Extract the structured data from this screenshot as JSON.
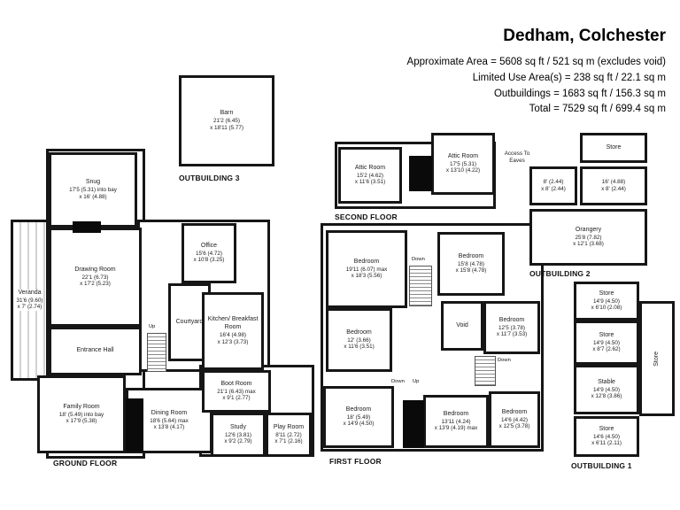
{
  "header": {
    "title": "Dedham, Colchester",
    "area_lines": [
      "Approximate Area = 5608 sq ft / 521 sq m (excludes void)",
      "Limited Use Area(s) = 238 sq ft / 22.1 sq m",
      "Outbuildings = 1683 sq ft / 156.3 sq m",
      "Total = 7529 sq ft / 699.4 sq m"
    ]
  },
  "labels": {
    "ground": "GROUND FLOOR",
    "first": "FIRST FLOOR",
    "second": "SECOND FLOOR",
    "ob1": "OUTBUILDING 1",
    "ob2": "OUTBUILDING 2",
    "ob3": "OUTBUILDING 3"
  },
  "nav": {
    "up": "Up",
    "down": "Down"
  },
  "rooms": {
    "barn": {
      "name": "Barn",
      "d1": "21'2 (6.45)",
      "d2": "x 18'11 (5.77)"
    },
    "snug": {
      "name": "Snug",
      "d1": "17'5 (5.31) into bay",
      "d2": "x 16' (4.88)"
    },
    "drawing": {
      "name": "Drawing Room",
      "d1": "22'1 (6.73)",
      "d2": "x 17'2 (5.23)"
    },
    "veranda": {
      "name": "Veranda",
      "d1": "31'6 (9.60)",
      "d2": "x 7' (2.74)"
    },
    "entrance": {
      "name": "Entrance Hall"
    },
    "office": {
      "name": "Office",
      "d1": "15'6 (4.72)",
      "d2": "x 10'8 (3.25)"
    },
    "courtyard": {
      "name": "Courtyard"
    },
    "kitchen": {
      "name": "Kitchen/ Breakfast Room",
      "d1": "16'4 (4.98)",
      "d2": "x 12'3 (3.73)"
    },
    "boot": {
      "name": "Boot Room",
      "d1": "21'1 (6.43) max",
      "d2": "x 9'1 (2.77)"
    },
    "family": {
      "name": "Family Room",
      "d1": "18' (5.49) into bay",
      "d2": "x 17'9 (5.38)"
    },
    "dining": {
      "name": "Dining Room",
      "d1": "18'6 (5.64) max",
      "d2": "x 13'8 (4.17)"
    },
    "study": {
      "name": "Study",
      "d1": "12'6 (3.81)",
      "d2": "x 9'2 (2.79)"
    },
    "play": {
      "name": "Play Room",
      "d1": "8'11 (2.72)",
      "d2": "x 7'1 (2.16)"
    },
    "attic1": {
      "name": "Attic Room",
      "d1": "15'2 (4.62)",
      "d2": "x 11'6 (3.51)"
    },
    "attic2": {
      "name": "Attic Room",
      "d1": "17'5 (5.31)",
      "d2": "x 13'10 (4.22)"
    },
    "eaves": {
      "name": "Access To Eaves"
    },
    "bed1": {
      "name": "Bedroom",
      "d1": "19'11 (6.07) max",
      "d2": "x 18'3 (5.56)"
    },
    "bed2": {
      "name": "Bedroom",
      "d1": "15'8 (4.78)",
      "d2": "x 15'8 (4.78)"
    },
    "bed3": {
      "name": "Bedroom",
      "d1": "12' (3.66)",
      "d2": "x 11'6 (3.51)"
    },
    "void": {
      "name": "Void"
    },
    "bed4": {
      "name": "Bedroom",
      "d1": "12'5 (3.78)",
      "d2": "x 11'7 (3.53)"
    },
    "bed5": {
      "name": "Bedroom",
      "d1": "18' (5.49)",
      "d2": "x 14'9 (4.50)"
    },
    "bed6": {
      "name": "Bedroom",
      "d1": "13'11 (4.24)",
      "d2": "x 13'9 (4.19) max"
    },
    "bed7": {
      "name": "Bedroom",
      "d1": "14'6 (4.42)",
      "d2": "x 12'5 (3.78)"
    },
    "ob2_store": {
      "name": "Store"
    },
    "ob2_small": {
      "d1": "8' (2.44)",
      "d2": "x 8' (2.44)"
    },
    "ob2_wide": {
      "d1": "16' (4.88)",
      "d2": "x 8' (2.44)"
    },
    "orangery": {
      "name": "Orangery",
      "d1": "25'8 (7.82)",
      "d2": "x 12'1 (3.68)"
    },
    "ob1_store1": {
      "name": "Store",
      "d1": "14'9 (4.50)",
      "d2": "x 6'10 (2.08)"
    },
    "ob1_store2": {
      "name": "Store",
      "d1": "14'9 (4.50)",
      "d2": "x 8'7 (2.62)"
    },
    "ob1_storev": {
      "name": "Store"
    },
    "ob1_stable": {
      "name": "Stable",
      "d1": "14'9 (4.50)",
      "d2": "x 12'8 (3.86)"
    },
    "ob1_store3": {
      "name": "Store",
      "d1": "14'6 (4.50)",
      "d2": "x 6'11 (2.11)"
    }
  }
}
